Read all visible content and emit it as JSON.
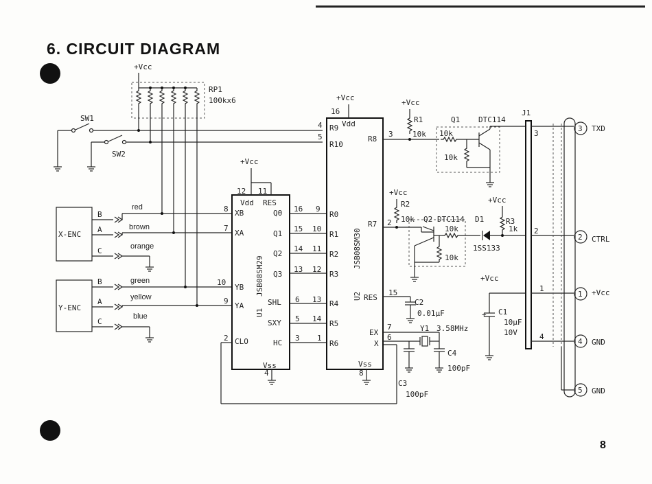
{
  "header": {
    "title": "6. CIRCUIT DIAGRAM"
  },
  "page": {
    "number": "8"
  },
  "power": {
    "vcc": "+Vcc"
  },
  "components": {
    "rp1": {
      "ref": "RP1",
      "value": "100kx6"
    },
    "sw1": "SW1",
    "sw2": "SW2",
    "u1": {
      "ref": "U1",
      "part": "JSB08SM29",
      "vdd": "Vdd",
      "res": "RES",
      "vss": "Vss",
      "pins_left": [
        "XB",
        "XA",
        "YB",
        "YA",
        "CLO"
      ],
      "pins_left_num": [
        "8",
        "7",
        "10",
        "9",
        "2"
      ],
      "pins_right": [
        "Q0",
        "Q1",
        "Q2",
        "Q3",
        "SHL",
        "SXY",
        "HC"
      ],
      "pins_right_num": [
        "16",
        "15",
        "14",
        "13",
        "6",
        "5",
        "3"
      ],
      "top_pins": [
        "12",
        "11"
      ],
      "bottom_pin": "4"
    },
    "u2": {
      "ref": "U2",
      "part": "JSB08SM30",
      "vdd": "Vdd",
      "vss": "Vss",
      "pins_left": [
        "R9",
        "R10",
        "R0",
        "R1",
        "R2",
        "R3",
        "R4",
        "R5",
        "R6"
      ],
      "pins_left_num": [
        "4",
        "5",
        "9",
        "10",
        "11",
        "12",
        "13",
        "14",
        "1"
      ],
      "pins_right": [
        "R8",
        "R7",
        "RES",
        "EX",
        "X"
      ],
      "pins_right_num": [
        "3",
        "2",
        "15",
        "7",
        "6"
      ],
      "top_pin": "16",
      "bottom_pin": "8"
    },
    "r1": {
      "ref": "R1",
      "value": "10k"
    },
    "r2": {
      "ref": "R2",
      "value": "10k"
    },
    "r3": {
      "ref": "R3",
      "value": "1k"
    },
    "q1": {
      "ref": "Q1",
      "part": "DTC114",
      "r_base": "10k",
      "r_be": "10k"
    },
    "q2": {
      "ref": "Q2",
      "part": "DTC114",
      "r_base": "10k",
      "r_be": "10k"
    },
    "d1": {
      "ref": "D1",
      "part": "1SS133"
    },
    "c1": {
      "ref": "C1",
      "value": "10μF",
      "volt": "10V",
      "plus": "+"
    },
    "c2": {
      "ref": "C2",
      "value": "0.01μF"
    },
    "c3": {
      "ref": "C3",
      "value": "100pF"
    },
    "c4": {
      "ref": "C4",
      "value": "100pF"
    },
    "y1": {
      "ref": "Y1",
      "value": "3.58MHz"
    },
    "j1": {
      "ref": "J1",
      "pins": [
        "3",
        "2",
        "1",
        "4"
      ]
    }
  },
  "encoders": [
    {
      "name": "X-ENC",
      "wires": [
        {
          "pin": "B",
          "color": "red"
        },
        {
          "pin": "A",
          "color": "brown"
        },
        {
          "pin": "C",
          "color": "orange"
        }
      ]
    },
    {
      "name": "Y-ENC",
      "wires": [
        {
          "pin": "B",
          "color": "green"
        },
        {
          "pin": "A",
          "color": "yellow"
        },
        {
          "pin": "C",
          "color": "blue"
        }
      ]
    }
  ],
  "connector": [
    {
      "num": "3",
      "label": "TXD"
    },
    {
      "num": "2",
      "label": "CTRL"
    },
    {
      "num": "1",
      "label": "+Vcc"
    },
    {
      "num": "4",
      "label": "GND"
    },
    {
      "num": "5",
      "label": "GND"
    }
  ]
}
